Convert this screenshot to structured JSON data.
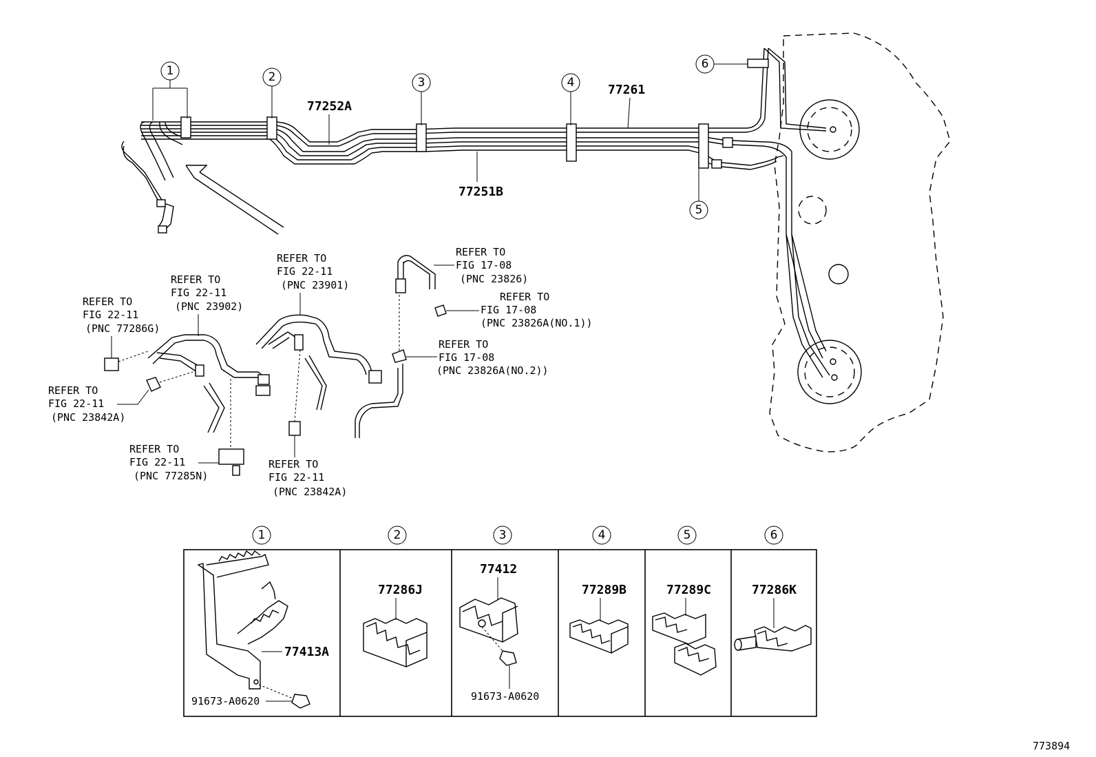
{
  "callouts": [
    "1",
    "2",
    "3",
    "4",
    "5",
    "6"
  ],
  "main_parts": {
    "p77252A": "77252A",
    "p77261": "77261",
    "p77251B": "77251B"
  },
  "refers": [
    {
      "l1": "REFER TO",
      "l2": "FIG 22-11",
      "l3": "(PNC 77286G)"
    },
    {
      "l1": "REFER TO",
      "l2": "FIG 22-11",
      "l3": "(PNC 23902)"
    },
    {
      "l1": "REFER TO",
      "l2": "FIG 22-11",
      "l3": "(PNC 23901)"
    },
    {
      "l1": "REFER TO",
      "l2": "FIG 17-08",
      "l3": "(PNC 23826)"
    },
    {
      "l1": "REFER TO",
      "l2": "FIG 17-08",
      "l3": "(PNC 23826A(NO.1))"
    },
    {
      "l1": "REFER TO",
      "l2": "FIG 17-08",
      "l3": "(PNC 23826A(NO.2))"
    },
    {
      "l1": "REFER TO",
      "l2": "FIG 22-11",
      "l3": "(PNC 23842A)"
    },
    {
      "l1": "REFER TO",
      "l2": "FIG 22-11",
      "l3": "(PNC 77285N)"
    },
    {
      "l1": "REFER TO",
      "l2": "FIG 22-11",
      "l3": "(PNC 23842A)"
    }
  ],
  "table": {
    "headers": [
      "1",
      "2",
      "3",
      "4",
      "5",
      "6"
    ],
    "cell1_part": "77413A",
    "cell1_bolt": "91673-A0620",
    "cell2_part": "77286J",
    "cell3_part": "77412",
    "cell3_bolt": "91673-A0620",
    "cell4_part": "77289B",
    "cell5_part": "77289C",
    "cell6_part": "77286K"
  },
  "figure_id": "773894"
}
